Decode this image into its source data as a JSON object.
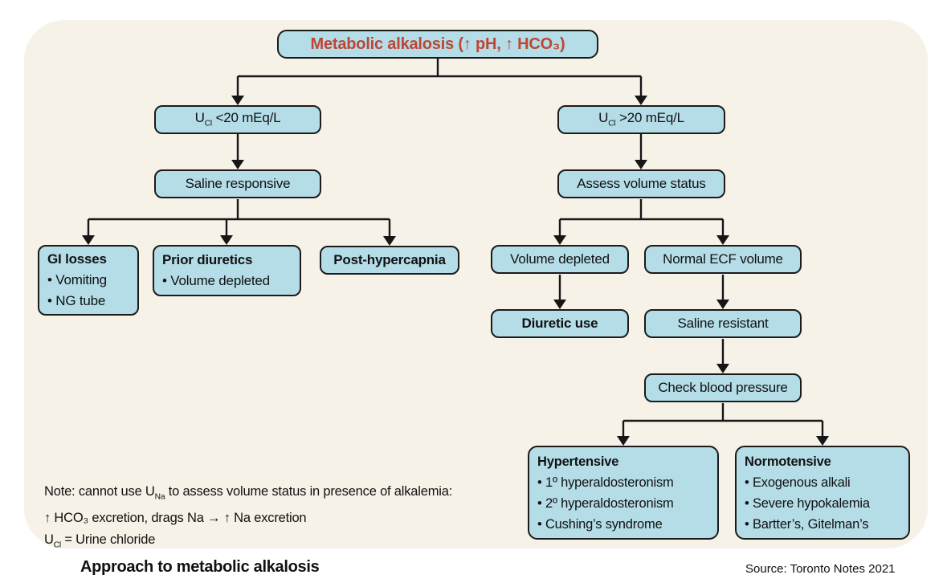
{
  "diagram": {
    "nodes": {
      "root": {
        "label": "Metabolic alkalosis (↑ pH, ↑ HCO₃)"
      },
      "ucl_low": {
        "pre": "U",
        "sub": "Cl",
        "post": " <20 mEq/L"
      },
      "ucl_high": {
        "pre": "U",
        "sub": "Cl",
        "post": " >20 mEq/L"
      },
      "saline_responsive": {
        "label": "Saline responsive"
      },
      "assess_volume": {
        "label": "Assess volume status"
      },
      "gi_losses": {
        "title": "GI losses",
        "items": [
          "Vomiting",
          "NG tube"
        ]
      },
      "prior_diuretics": {
        "title": "Prior diuretics",
        "items": [
          "Volume depleted"
        ]
      },
      "post_hypercapnia": {
        "label": "Post-hypercapnia"
      },
      "volume_depleted": {
        "label": "Volume depleted"
      },
      "normal_ecf": {
        "label": "Normal ECF volume"
      },
      "diuretic_use": {
        "label": "Diuretic use"
      },
      "saline_resistant": {
        "label": "Saline resistant"
      },
      "check_bp": {
        "label": "Check blood pressure"
      },
      "hypertensive": {
        "title": "Hypertensive",
        "items": [
          "1º hyperaldosteronism",
          "2º hyperaldosteronism",
          "Cushing’s syndrome"
        ]
      },
      "normotensive": {
        "title": "Normotensive",
        "items": [
          "Exogenous alkali",
          "Severe hypokalemia",
          "Bartter’s, Gitelman’s"
        ]
      }
    },
    "edges": [
      [
        "root",
        "ucl_low"
      ],
      [
        "root",
        "ucl_high"
      ],
      [
        "ucl_low",
        "saline_responsive"
      ],
      [
        "ucl_high",
        "assess_volume"
      ],
      [
        "saline_responsive",
        "gi_losses"
      ],
      [
        "saline_responsive",
        "prior_diuretics"
      ],
      [
        "saline_responsive",
        "post_hypercapnia"
      ],
      [
        "assess_volume",
        "volume_depleted"
      ],
      [
        "assess_volume",
        "normal_ecf"
      ],
      [
        "volume_depleted",
        "diuretic_use"
      ],
      [
        "normal_ecf",
        "saline_resistant"
      ],
      [
        "saline_resistant",
        "check_bp"
      ],
      [
        "check_bp",
        "hypertensive"
      ],
      [
        "check_bp",
        "normotensive"
      ]
    ]
  },
  "note": {
    "line1_pre": "Note: cannot use U",
    "line1_sub": "Na",
    "line1_post": " to assess volume status in presence of alkalemia:",
    "line2": "↑ HCO₃ excretion, drags Na → ↑ Na excretion",
    "line3_pre": "U",
    "line3_sub": "Cl",
    "line3_post": " = Urine chloride"
  },
  "caption": "Approach to metabolic alkalosis",
  "source": "Source: Toronto Notes 2021",
  "colors": {
    "panel_bg": "#f7f2e8",
    "node_fill": "#b4dde8",
    "node_border": "#1b1b1b",
    "root_text": "#bf4534",
    "text": "#111111"
  }
}
